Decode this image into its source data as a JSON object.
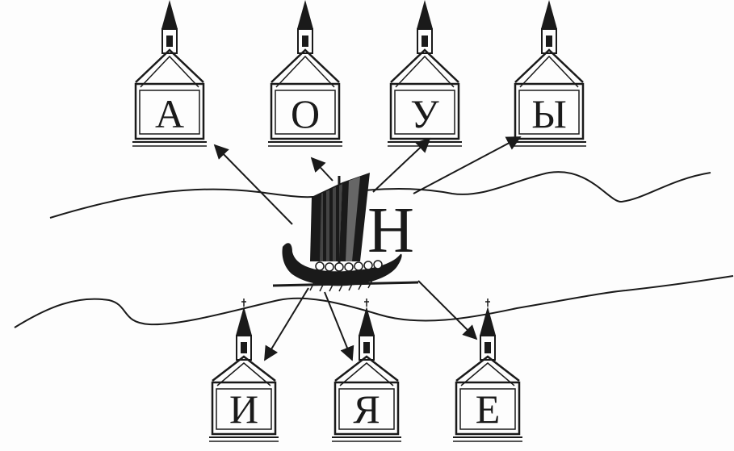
{
  "center": {
    "letter": "Н",
    "icon": "viking-ship-icon"
  },
  "churches_top": [
    {
      "letter": "А"
    },
    {
      "letter": "О"
    },
    {
      "letter": "У"
    },
    {
      "letter": "Ы"
    }
  ],
  "churches_bottom": [
    {
      "letter": "И"
    },
    {
      "letter": "Я"
    },
    {
      "letter": "Е"
    }
  ],
  "colors": {
    "ink": "#1a1a1a",
    "paper": "#fdfdfd"
  }
}
